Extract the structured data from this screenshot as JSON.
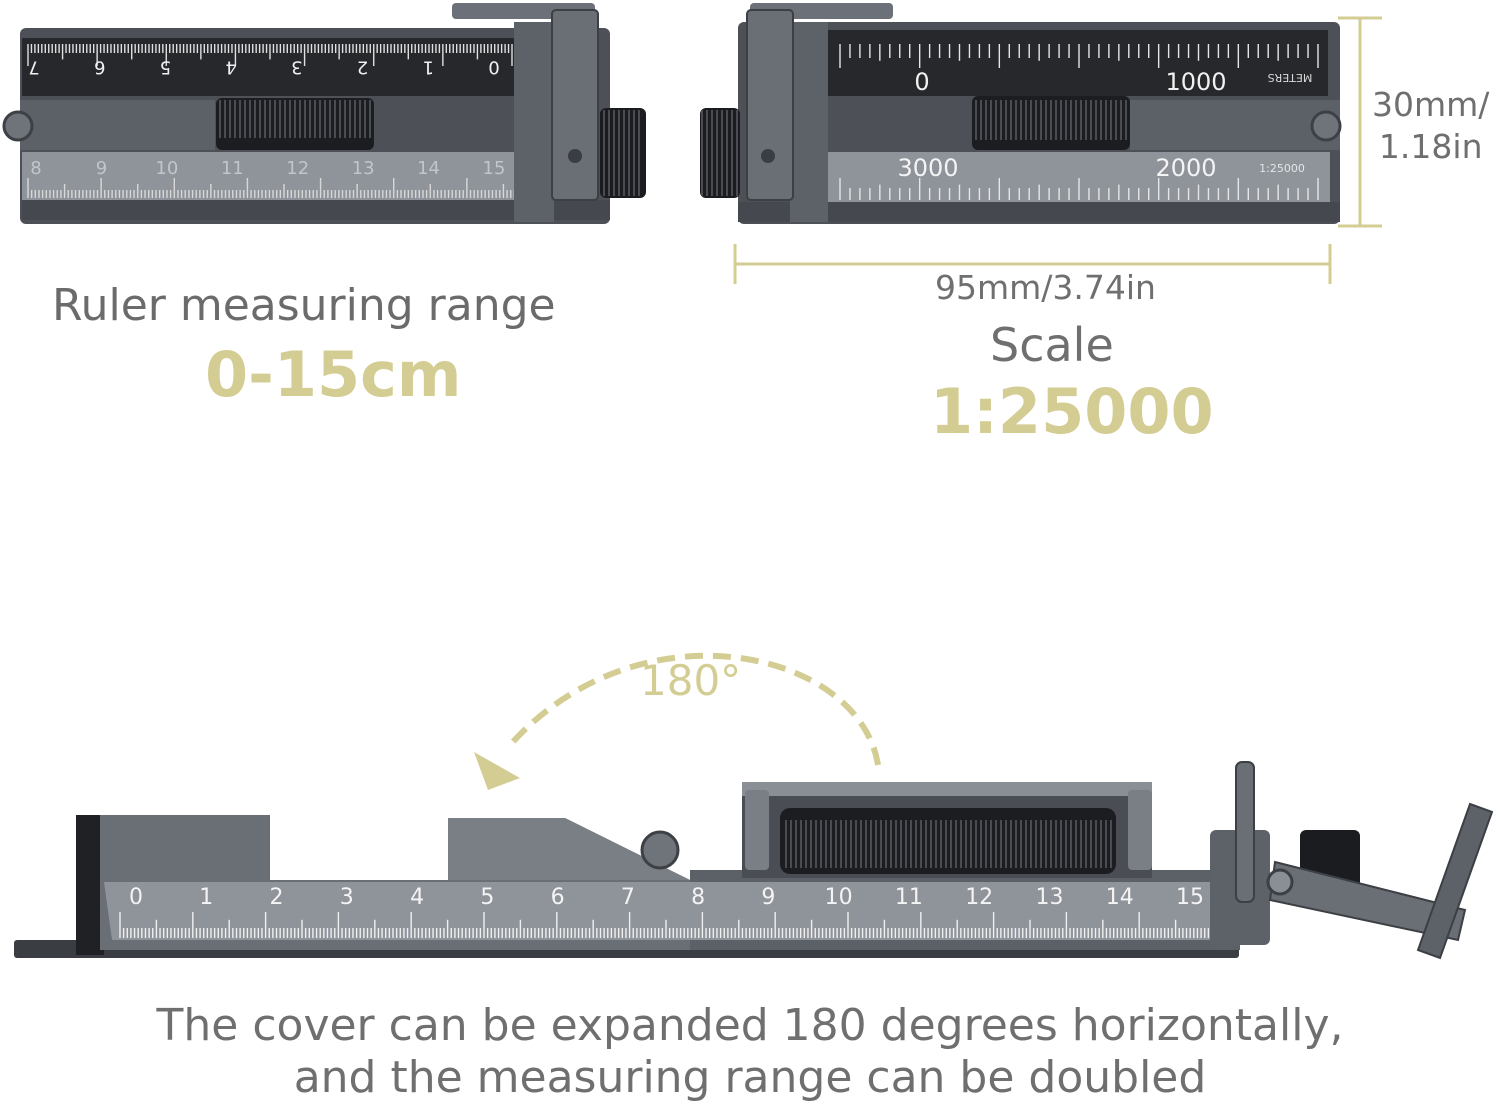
{
  "top_left": {
    "top_scale_labels": [
      "7",
      "6",
      "5",
      "4",
      "3",
      "2",
      "1",
      "0"
    ],
    "bottom_scale_labels": [
      "8",
      "9",
      "10",
      "11",
      "12",
      "13",
      "14",
      "15"
    ],
    "caption": "Ruler measuring range",
    "range": "0-15cm"
  },
  "top_right": {
    "top_scale_labels": [
      "0",
      "1000"
    ],
    "units_label": "METERS",
    "bottom_scale_labels": [
      "3000",
      "2000"
    ],
    "scale_marking": "1:25000",
    "width_label": "95mm/3.74in",
    "height_label_line1": "30mm/",
    "height_label_line2": "1.18in",
    "scale_caption": "Scale",
    "scale_value": "1:25000"
  },
  "bottom": {
    "rotation_label": "180°",
    "scale_labels": [
      "0",
      "1",
      "2",
      "3",
      "4",
      "5",
      "6",
      "7",
      "8",
      "9",
      "10",
      "11",
      "12",
      "13",
      "14",
      "15"
    ],
    "caption_line1": "The cover can be expanded 180 degrees horizontally,",
    "caption_line2": "and the measuring range can be doubled"
  },
  "colors": {
    "accent": "#d4cd93",
    "device_dark": "#3a3d42",
    "device_mid": "#5a5e65",
    "scale_light": "#8b8f96",
    "text_gray": "#6b6b6b"
  }
}
